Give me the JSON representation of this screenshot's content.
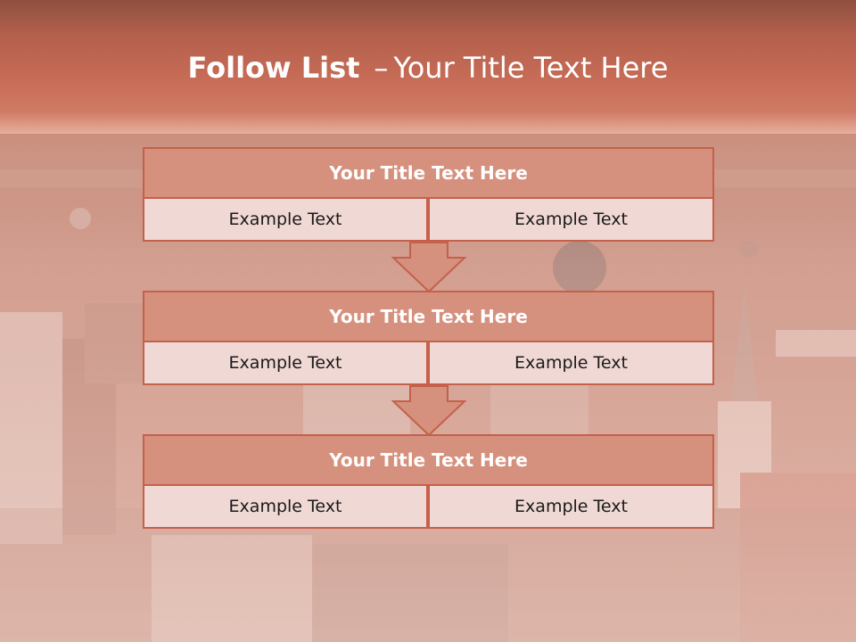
{
  "title": {
    "bold": "Follow List",
    "dash": "–",
    "rest": "Your Title Text Here"
  },
  "blocks": [
    {
      "heading": "Your Title Text Here",
      "left_text": "Example Text",
      "right_text": "Example Text"
    },
    {
      "heading": "Your Title Text Here",
      "left_text": "Example Text",
      "right_text": "Example Text"
    },
    {
      "heading": "Your Title Text Here",
      "left_text": "Example Text",
      "right_text": "Example Text"
    }
  ],
  "colors": {
    "header_band": "#c76c57",
    "box_fill": "#d5917e",
    "box_border": "#c5604a",
    "cell_fill": "#f0d8d4"
  },
  "icons": {
    "arrow": "down-arrow-icon"
  }
}
